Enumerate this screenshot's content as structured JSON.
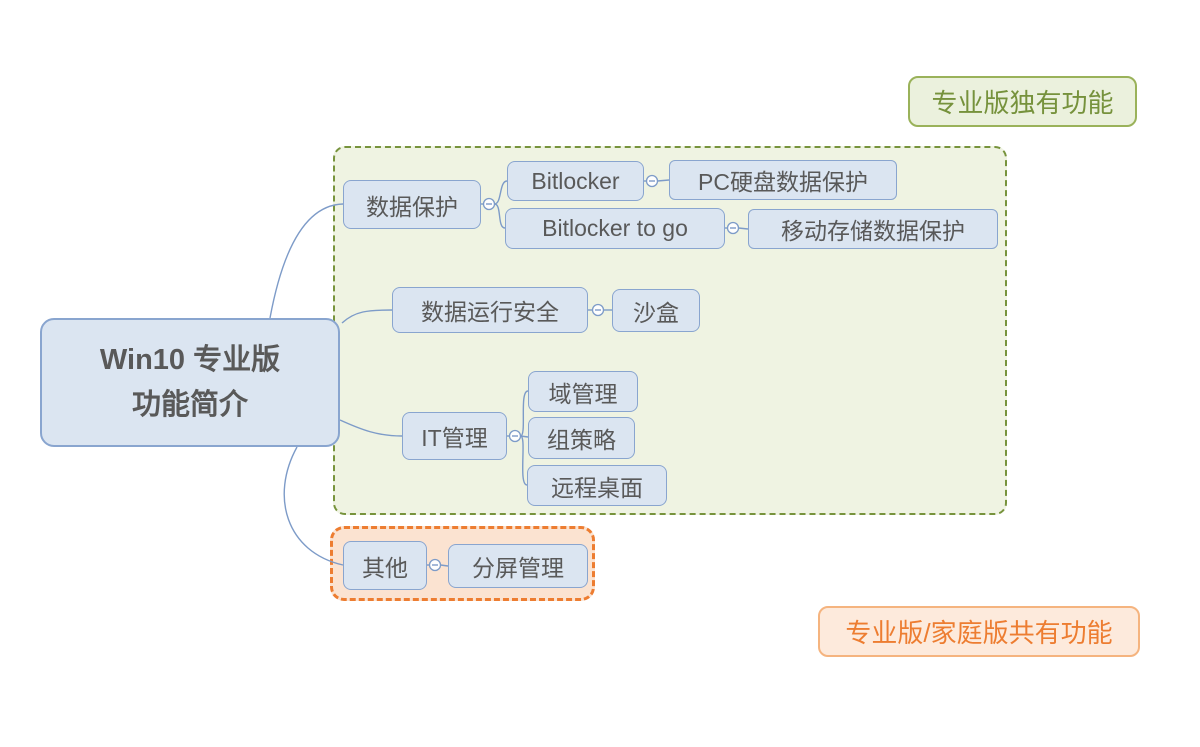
{
  "canvas": {
    "background": "#ffffff"
  },
  "colors": {
    "topic_fill": "#dbe5f1",
    "topic_border": "#89a5cf",
    "topic_text": "#595959",
    "connector": "#7d9bc8",
    "pro_boundary_border": "#77933c",
    "pro_boundary_fill": "#eff3e2",
    "pro_label_text": "#76923c",
    "shared_accent": "#ed7d31",
    "shared_boundary_fill": "#fbe3d1"
  },
  "map": {
    "root": {
      "label": "Win10 专业版\n功能简介"
    },
    "branches": [
      {
        "label": "数据保护",
        "children": [
          {
            "label": "Bitlocker",
            "children": [
              {
                "label": "PC硬盘数据保护"
              }
            ]
          },
          {
            "label": "Bitlocker to go",
            "children": [
              {
                "label": "移动存储数据保护"
              }
            ]
          }
        ]
      },
      {
        "label": "数据运行安全",
        "children": [
          {
            "label": "沙盒"
          }
        ]
      },
      {
        "label": "IT管理",
        "children": [
          {
            "label": "域管理"
          },
          {
            "label": "组策略"
          },
          {
            "label": "远程桌面"
          }
        ]
      },
      {
        "label": "其他",
        "children": [
          {
            "label": "分屏管理"
          }
        ]
      }
    ]
  },
  "annotations": {
    "pro_only": "专业版独有功能",
    "shared": "专业版/家庭版共有功能"
  }
}
